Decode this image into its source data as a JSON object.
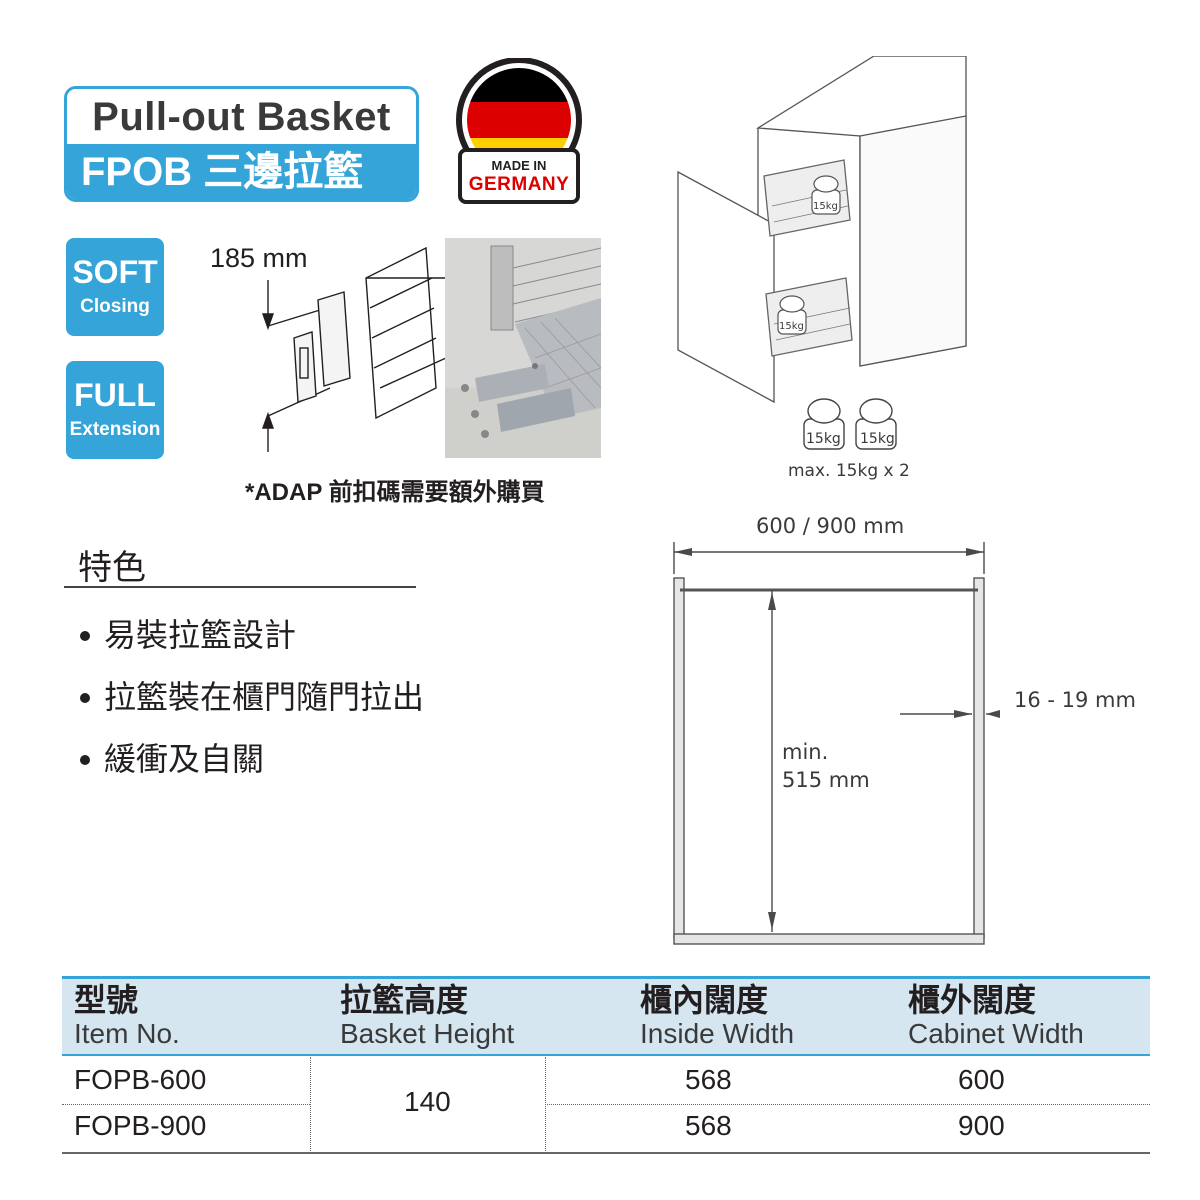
{
  "title": {
    "line1": "Pull-out Basket",
    "line2": "FPOB 三邊拉籃"
  },
  "made_in": {
    "line1": "MADE IN",
    "line2": "GERMANY",
    "flag_colors": [
      "#000000",
      "#dd0000",
      "#ffce00"
    ]
  },
  "badges": [
    {
      "big": "SOFT",
      "small": "Closing"
    },
    {
      "big": "FULL",
      "small": "Extension"
    }
  ],
  "dimension_top": "185 mm",
  "adap_note": "*ADAP 前扣碼需要額外購買",
  "cabinet_illustration": {
    "weight_label": "15kg",
    "max_load": "max. 15kg x 2"
  },
  "cabinet_diagram": {
    "width_label": "600 / 900 mm",
    "side_label": "16 - 19 mm",
    "height_label_1": "min.",
    "height_label_2": "515 mm"
  },
  "features": {
    "title": "特色",
    "items": [
      "易裝拉籃設計",
      "拉籃裝在櫃門隨門拉出",
      "緩衝及自關"
    ]
  },
  "table": {
    "headers": [
      {
        "zh": "型號",
        "en": "Item No."
      },
      {
        "zh": "拉籃高度",
        "en": "Basket Height"
      },
      {
        "zh": "櫃內闊度",
        "en": "Inside Width"
      },
      {
        "zh": "櫃外闊度",
        "en": "Cabinet Width"
      }
    ],
    "rows": [
      {
        "item": "FOPB-600",
        "inside": "568",
        "cabinet": "600"
      },
      {
        "item": "FOPB-900",
        "inside": "568",
        "cabinet": "900"
      }
    ],
    "basket_height": "140"
  },
  "colors": {
    "accent": "#35a4d8",
    "header_bg": "#d5e6f1"
  }
}
